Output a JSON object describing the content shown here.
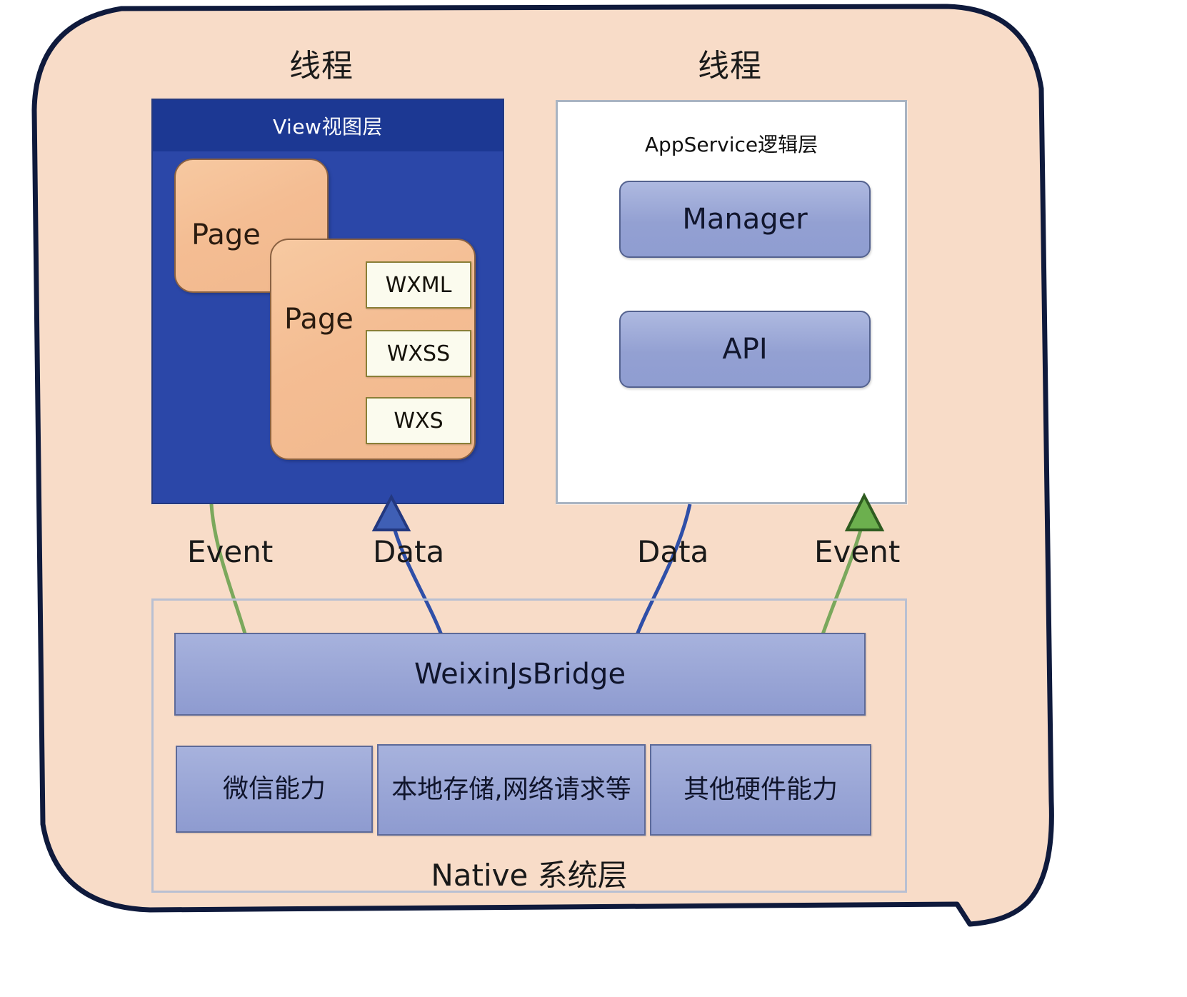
{
  "diagram": {
    "title": "WeChat Mini Program Architecture",
    "colors": {
      "shell_fill": "#f8dcc8",
      "shell_border": "#0f1a3c",
      "view_panel_fill": "#2b47a8",
      "view_panel_strip": "#1c3893",
      "page_card_fill": "#f4bd93",
      "chip_fill": "#fbfbee",
      "service_panel_fill": "#ffffff",
      "blue_box_fill": "#9aa6d6",
      "data_arrow": "#2f4fa8",
      "event_arrow": "#66a84a"
    }
  },
  "threads": [
    {
      "label": "线程"
    },
    {
      "label": "线程"
    }
  ],
  "view_panel": {
    "title": "View视图层",
    "pages": [
      {
        "label": "Page"
      },
      {
        "label": "Page"
      }
    ],
    "chips": [
      {
        "label": "WXML"
      },
      {
        "label": "WXSS"
      },
      {
        "label": "WXS"
      }
    ]
  },
  "service_panel": {
    "title": "AppService逻辑层",
    "boxes": [
      {
        "label": "Manager"
      },
      {
        "label": "API"
      }
    ]
  },
  "connectors": [
    {
      "label": "Event",
      "kind": "event-arrow",
      "direction": "up"
    },
    {
      "label": "Data",
      "kind": "data-arrow",
      "direction": "up"
    },
    {
      "label": "Data",
      "kind": "data-arrow",
      "direction": "down"
    },
    {
      "label": "Event",
      "kind": "event-arrow",
      "direction": "up"
    }
  ],
  "native_layer": {
    "bridge": {
      "label": "WeixinJsBridge"
    },
    "capabilities": [
      {
        "label": "微信能力"
      },
      {
        "label": "本地存储,网络请求等"
      },
      {
        "label": "其他硬件能力"
      }
    ],
    "caption": "Native 系统层"
  }
}
